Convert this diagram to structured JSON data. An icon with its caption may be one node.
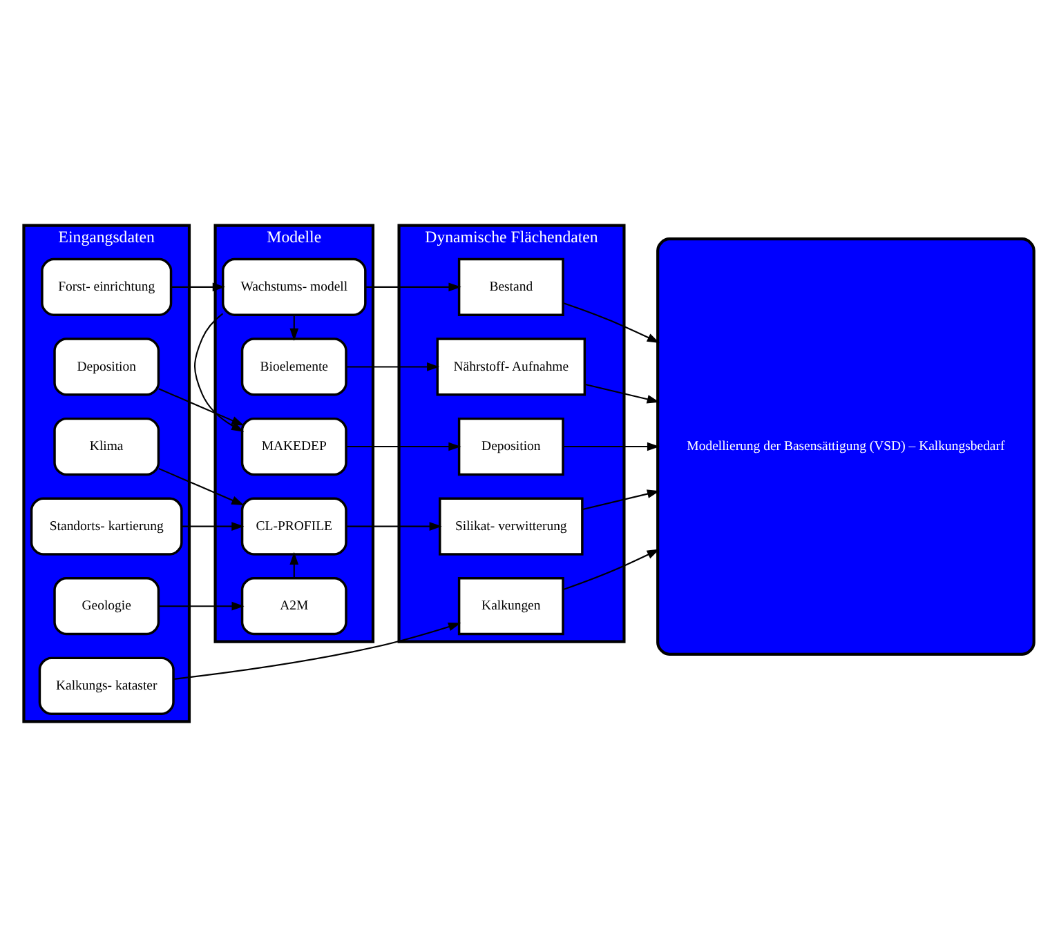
{
  "diagram": {
    "nodes": [
      {
        "text": [
          "Eingangsdaten"
        ]
      },
      {
        "text": [
          "Forst- einrichtung"
        ],
        "in": 0
      },
      {
        "text": [
          "Deposition"
        ],
        "in": 0
      },
      {
        "text": [
          "Klima"
        ],
        "in": 0
      },
      {
        "text": [
          "Standorts- kartierung"
        ],
        "in": 0
      },
      {
        "text": [
          "Geologie"
        ],
        "in": 0
      },
      {
        "text": [
          "Kalkungs- kataster"
        ],
        "in": 0
      },
      {
        "text": [
          "Modelle"
        ]
      },
      {
        "text": [
          "Wachstums- modell"
        ],
        "in": 7
      },
      {
        "text": [
          "Bioelemente"
        ],
        "in": 7
      },
      {
        "text": [
          "MAKEDEP"
        ],
        "in": 7
      },
      {
        "text": [
          "CL-PROFILE"
        ],
        "in": 7
      },
      {
        "text": [
          "A2M"
        ],
        "in": 7
      },
      {
        "text": [
          "Dynamische Flächendaten"
        ]
      },
      {
        "text": [
          "Bestand"
        ],
        "in": 13
      },
      {
        "text": [
          "Nährstoff- Aufnahme"
        ],
        "in": 13
      },
      {
        "text": [
          "Deposition"
        ],
        "in": 13
      },
      {
        "text": [
          "Silikat- verwitterung"
        ],
        "in": 13
      },
      {
        "text": [
          "Kalkungen"
        ],
        "in": 13
      },
      {
        "text": [
          "Modellierung der Basensättigung (VSD) – Kalkungsbedarf"
        ]
      }
    ],
    "edges": [
      {
        "from": 1,
        "to": 8,
        "arrow": "to"
      },
      {
        "from": 8,
        "to": 9,
        "arrow": "to"
      },
      {
        "from": 8,
        "to": 14,
        "arrow": "to"
      },
      {
        "from": 8,
        "to": 10,
        "arrow": "to"
      },
      {
        "from": 9,
        "to": 15,
        "arrow": "to"
      },
      {
        "from": 2,
        "to": 10,
        "arrow": "to"
      },
      {
        "from": 3,
        "to": 11,
        "arrow": "to"
      },
      {
        "from": 4,
        "to": 11,
        "arrow": "to"
      },
      {
        "from": 12,
        "to": 11,
        "arrow": "to"
      },
      {
        "from": 5,
        "to": 12,
        "arrow": "to"
      },
      {
        "from": 6,
        "to": 18,
        "arrow": "to"
      },
      {
        "from": 10,
        "to": 16,
        "arrow": "to"
      },
      {
        "from": 11,
        "to": 17,
        "arrow": "to"
      },
      {
        "from": 14,
        "to": 19,
        "arrow": "to"
      },
      {
        "from": 15,
        "to": 19,
        "arrow": "to"
      },
      {
        "from": 16,
        "to": 19,
        "arrow": "to"
      },
      {
        "from": 17,
        "to": 19,
        "arrow": "to"
      },
      {
        "from": 18,
        "to": 19,
        "arrow": "to"
      }
    ]
  }
}
